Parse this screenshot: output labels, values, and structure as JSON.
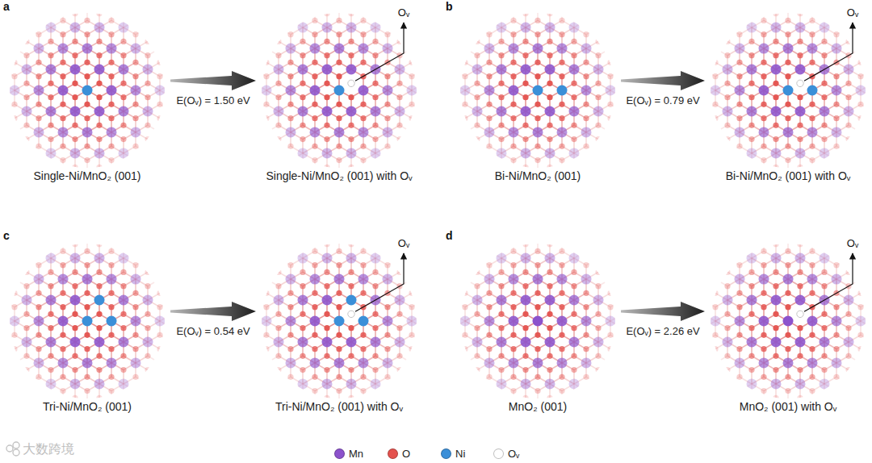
{
  "diagram": {
    "nodes": [
      {
        "text": [
          "Single-Ni/MnO₂ (001)"
        ]
      },
      {
        "text": [
          "Single-Ni/MnO₂ (001) with Oᵥ"
        ]
      },
      {
        "text": [
          "Bi-Ni/MnO₂ (001)"
        ]
      },
      {
        "text": [
          "Bi-Ni/MnO₂ (001) with Oᵥ"
        ]
      },
      {
        "text": [
          "Tri-Ni/MnO₂ (001)"
        ]
      },
      {
        "text": [
          "Tri-Ni/MnO₂ (001) with Oᵥ"
        ]
      },
      {
        "text": [
          "MnO₂ (001)"
        ]
      },
      {
        "text": [
          "MnO₂ (001) with Oᵥ"
        ]
      }
    ],
    "edges": [
      {
        "from": 0,
        "to": 1,
        "arrow": "to",
        "label": "E(Oᵥ) = 1.50 eV"
      },
      {
        "from": 2,
        "to": 3,
        "arrow": "to",
        "label": "E(Oᵥ) = 0.79 eV"
      },
      {
        "from": 4,
        "to": 5,
        "arrow": "to",
        "label": "E(Oᵥ) = 0.54 eV"
      },
      {
        "from": 6,
        "to": 7,
        "arrow": "to",
        "label": "E(Oᵥ) = 2.26 eV"
      }
    ],
    "labels": [
      "a",
      "Oᵥ",
      "b",
      "Oᵥ",
      "c",
      "Oᵥ",
      "d",
      "Oᵥ",
      "大数跨境"
    ],
    "legend": [
      {
        "text": "Mn",
        "color": "#8c52cc"
      },
      {
        "text": "O",
        "color": "#e4524e"
      },
      {
        "text": "Ni",
        "color": "#3b8fd8"
      },
      {
        "text": "Oᵥ",
        "color": "#ffffff"
      }
    ]
  }
}
